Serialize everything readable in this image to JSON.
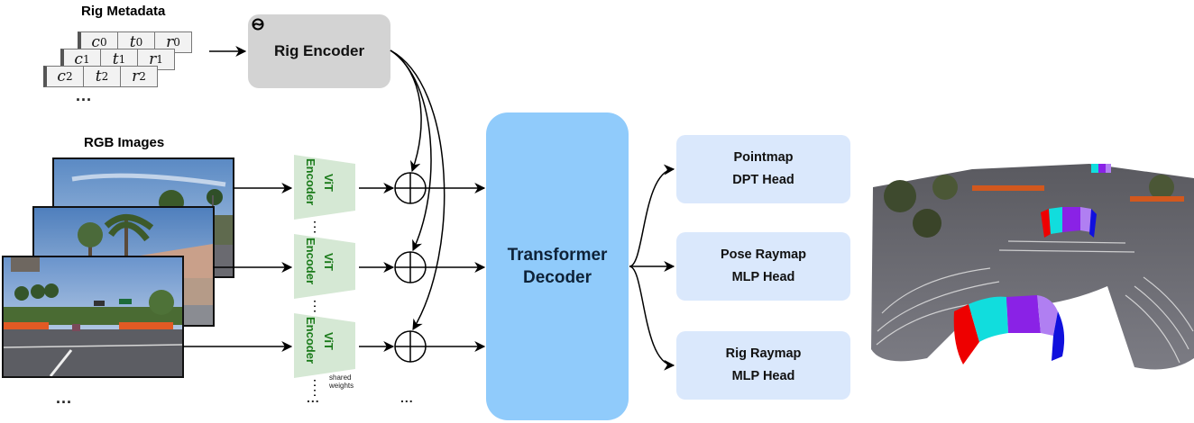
{
  "rig_metadata": {
    "title": "Rig Metadata",
    "rows": [
      {
        "c": "c",
        "t": "t",
        "r": "r",
        "index": "0"
      },
      {
        "c": "c",
        "t": "t",
        "r": "r",
        "index": "1"
      },
      {
        "c": "c",
        "t": "t",
        "r": "r",
        "index": "2"
      }
    ],
    "ellipsis": "..."
  },
  "rig_encoder": {
    "label": "Rig Encoder",
    "icon": "frozen-icon"
  },
  "rgb_images": {
    "title": "RGB Images",
    "count_shown": 3,
    "ellipsis": "..."
  },
  "vit_encoders": [
    {
      "line1": "ViT",
      "line2": "Encoder"
    },
    {
      "line1": "ViT",
      "line2": "Encoder"
    },
    {
      "line1": "ViT",
      "line2": "Encoder"
    }
  ],
  "shared_weights_note": {
    "line1": "shared",
    "line2": "weights"
  },
  "encoder_ellipsis": "...",
  "fusion_ellipsis": "...",
  "transformer_decoder": {
    "line1": "Transformer",
    "line2": "Decoder"
  },
  "heads": [
    {
      "line1": "Pointmap",
      "line2": "DPT Head"
    },
    {
      "line1": "Pose Raymap",
      "line2": "MLP Head"
    },
    {
      "line1": "Rig Raymap",
      "line2": "MLP Head"
    }
  ],
  "output_visualization": {
    "description": "3D point cloud reconstruction with camera rig frustums",
    "camera_colors": [
      "#ee0000",
      "#11dddd",
      "#8a22e6",
      "#b07ff2",
      "#1010dd"
    ]
  },
  "colors": {
    "rig_encoder_fill": "#d3d3d3",
    "vit_fill": "#d5e8d4",
    "vit_text": "#1a7a1a",
    "transformer_fill": "#90cbfb",
    "head_fill": "#dae8fc"
  }
}
